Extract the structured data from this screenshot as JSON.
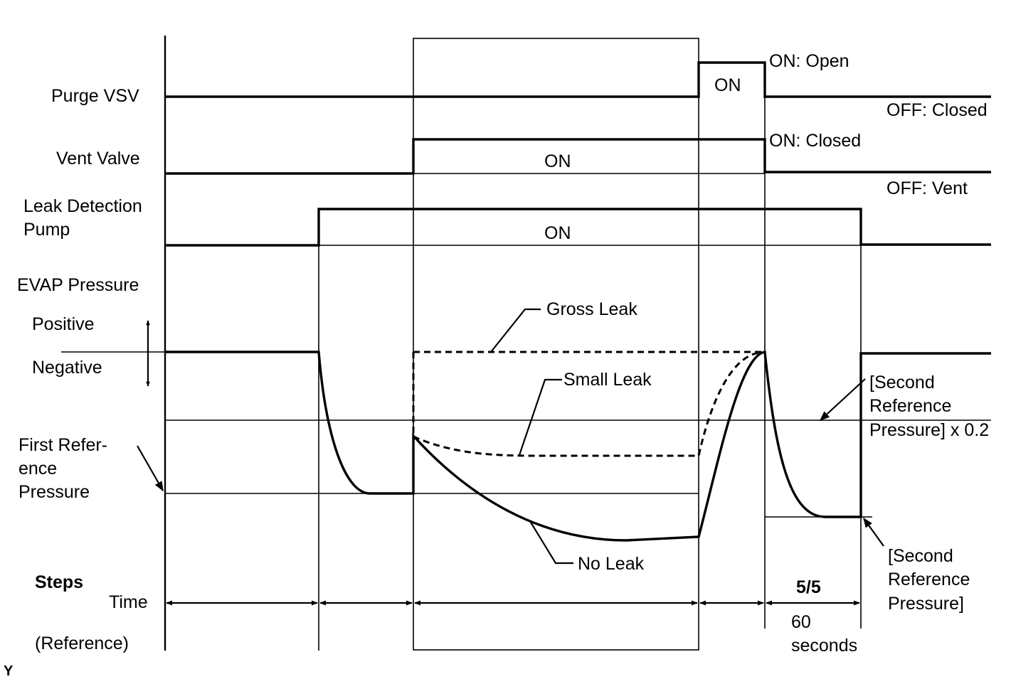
{
  "signals": {
    "purge_vsv": "Purge VSV",
    "vent_valve": "Vent Valve",
    "leak_pump_line1": "Leak Detection",
    "leak_pump_line2": "Pump",
    "evap_pressure": "EVAP Pressure",
    "positive": "Positive",
    "negative": "Negative"
  },
  "states": {
    "purge_on": "ON",
    "vent_on": "ON",
    "pump_on": "ON",
    "purge_on_note": "ON: Open",
    "purge_off_note": "OFF: Closed",
    "vent_on_note": "ON: Closed",
    "vent_off_note": "OFF: Vent"
  },
  "curves": {
    "gross_leak": "Gross Leak",
    "small_leak": "Small Leak",
    "no_leak": "No Leak"
  },
  "pressures": {
    "first_ref_line1": "First Refer-",
    "first_ref_line2": "ence",
    "first_ref_line3": "Pressure",
    "second_ref_02_line1": "[Second",
    "second_ref_02_line2": "Reference",
    "second_ref_02_line3": "Pressure] x 0.2",
    "second_ref_line1": "[Second",
    "second_ref_line2": "Reference",
    "second_ref_line3": "Pressure]"
  },
  "steps": {
    "steps_label": "Steps",
    "time_label": "Time",
    "reference_label": "(Reference)",
    "step_5": "5/5",
    "duration_line1": "60",
    "duration_line2": "seconds"
  },
  "corner_mark": "Y"
}
